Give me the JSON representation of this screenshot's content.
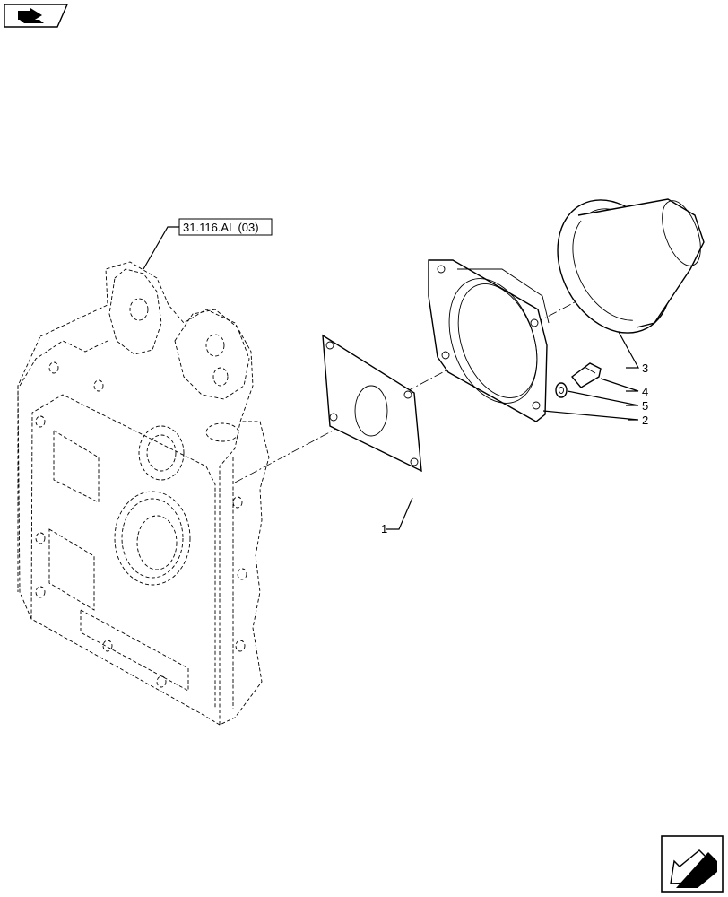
{
  "reference_label": "31.116.AL (03)",
  "callouts": [
    {
      "id": "1",
      "label": "1"
    },
    {
      "id": "2",
      "label": "2"
    },
    {
      "id": "3",
      "label": "3"
    },
    {
      "id": "4",
      "label": "4"
    },
    {
      "id": "5",
      "label": "5"
    }
  ],
  "icons": {
    "top_left": "book-arrow-icon",
    "bottom_right": "next-page-arrow-icon"
  }
}
